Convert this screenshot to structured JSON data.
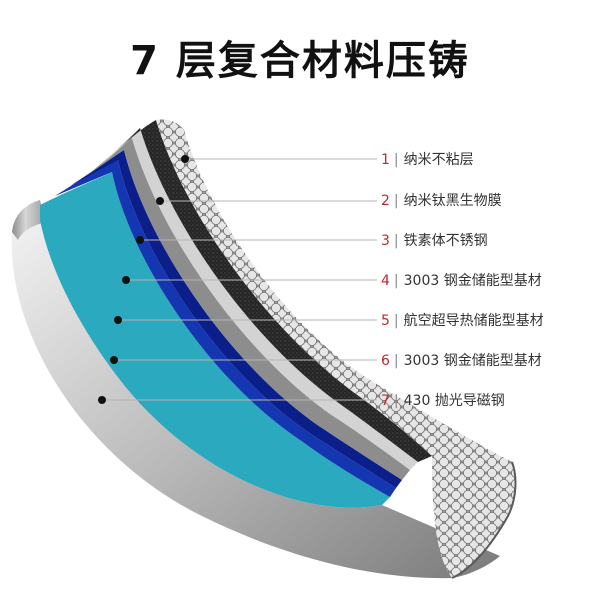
{
  "title": "7 层复合材料压铸",
  "colors": {
    "marker_red": "#c0282d",
    "cyan": "#2aa9bf",
    "blue": "#1436b0",
    "dark_blue": "#0b1f8a"
  },
  "layers": [
    {
      "number": "1",
      "text": "纳米不粘层"
    },
    {
      "number": "2",
      "text": "纳米钛黑生物膜"
    },
    {
      "number": "3",
      "text": "铁素体不锈钢"
    },
    {
      "number": "4",
      "text": "3003 钢金储能型基材"
    },
    {
      "number": "5",
      "text": "航空超导热储能型基材"
    },
    {
      "number": "6",
      "text": "3003 钢金储能型基材"
    },
    {
      "number": "7",
      "text": "430 抛光导磁钢"
    }
  ]
}
